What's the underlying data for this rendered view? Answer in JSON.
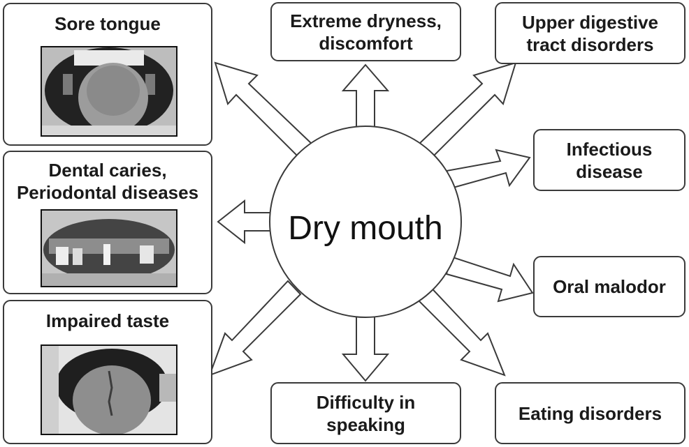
{
  "center": {
    "label": "Dry mouth"
  },
  "effects": {
    "sore_tongue": "Sore tongue",
    "dental_caries": "Dental caries,\nPeriodontal diseases",
    "impaired_taste": "Impaired taste",
    "extreme_dryness": "Extreme dryness,\ndiscomfort",
    "upper_digestive": "Upper digestive\ntract disorders",
    "infectious": "Infectious\ndisease",
    "oral_malodor": "Oral malodor",
    "eating_disorders": "Eating disorders",
    "difficulty_speaking": "Difficulty  in\nspeaking"
  },
  "colors": {
    "stroke": "#3a3a3a",
    "fill": "#ffffff"
  }
}
